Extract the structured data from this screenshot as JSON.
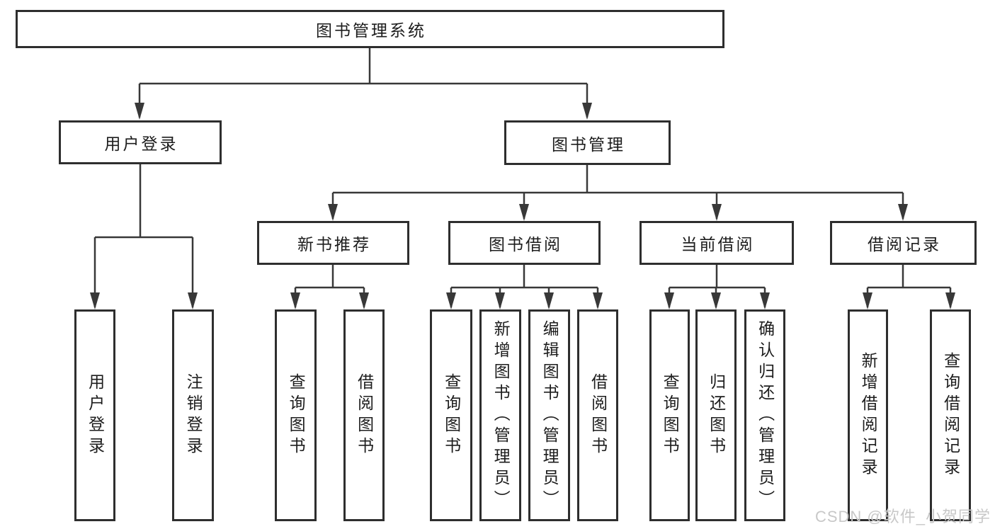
{
  "diagram": {
    "root": {
      "label": "图书管理系统"
    },
    "level2": [
      {
        "label": "用户登录"
      },
      {
        "label": "图书管理"
      }
    ],
    "level3": [
      {
        "label": "新书推荐"
      },
      {
        "label": "图书借阅"
      },
      {
        "label": "当前借阅"
      },
      {
        "label": "借阅记录"
      }
    ],
    "leaves": {
      "user_login": [
        {
          "label": "用户登录"
        },
        {
          "label": "注销登录"
        }
      ],
      "new_book": [
        {
          "label": "查询图书"
        },
        {
          "label": "借阅图书"
        }
      ],
      "book_borrow": [
        {
          "label": "查询图书"
        },
        {
          "label": "新增图书（管理员）"
        },
        {
          "label": "编辑图书（管理员）"
        },
        {
          "label": "借阅图书"
        }
      ],
      "current_borrow": [
        {
          "label": "查询图书"
        },
        {
          "label": "归还图书"
        },
        {
          "label": "确认归还（管理员）"
        }
      ],
      "borrow_records": [
        {
          "label": "新增借阅记录"
        },
        {
          "label": "查询借阅记录"
        }
      ]
    }
  },
  "watermark": {
    "text": "CSDN @软件_小贺同学"
  },
  "colors": {
    "line": "#383838",
    "border": "#2e2e2e",
    "text": "#1d1d1d",
    "watermark": "#c8c8c8",
    "background": "#ffffff"
  }
}
